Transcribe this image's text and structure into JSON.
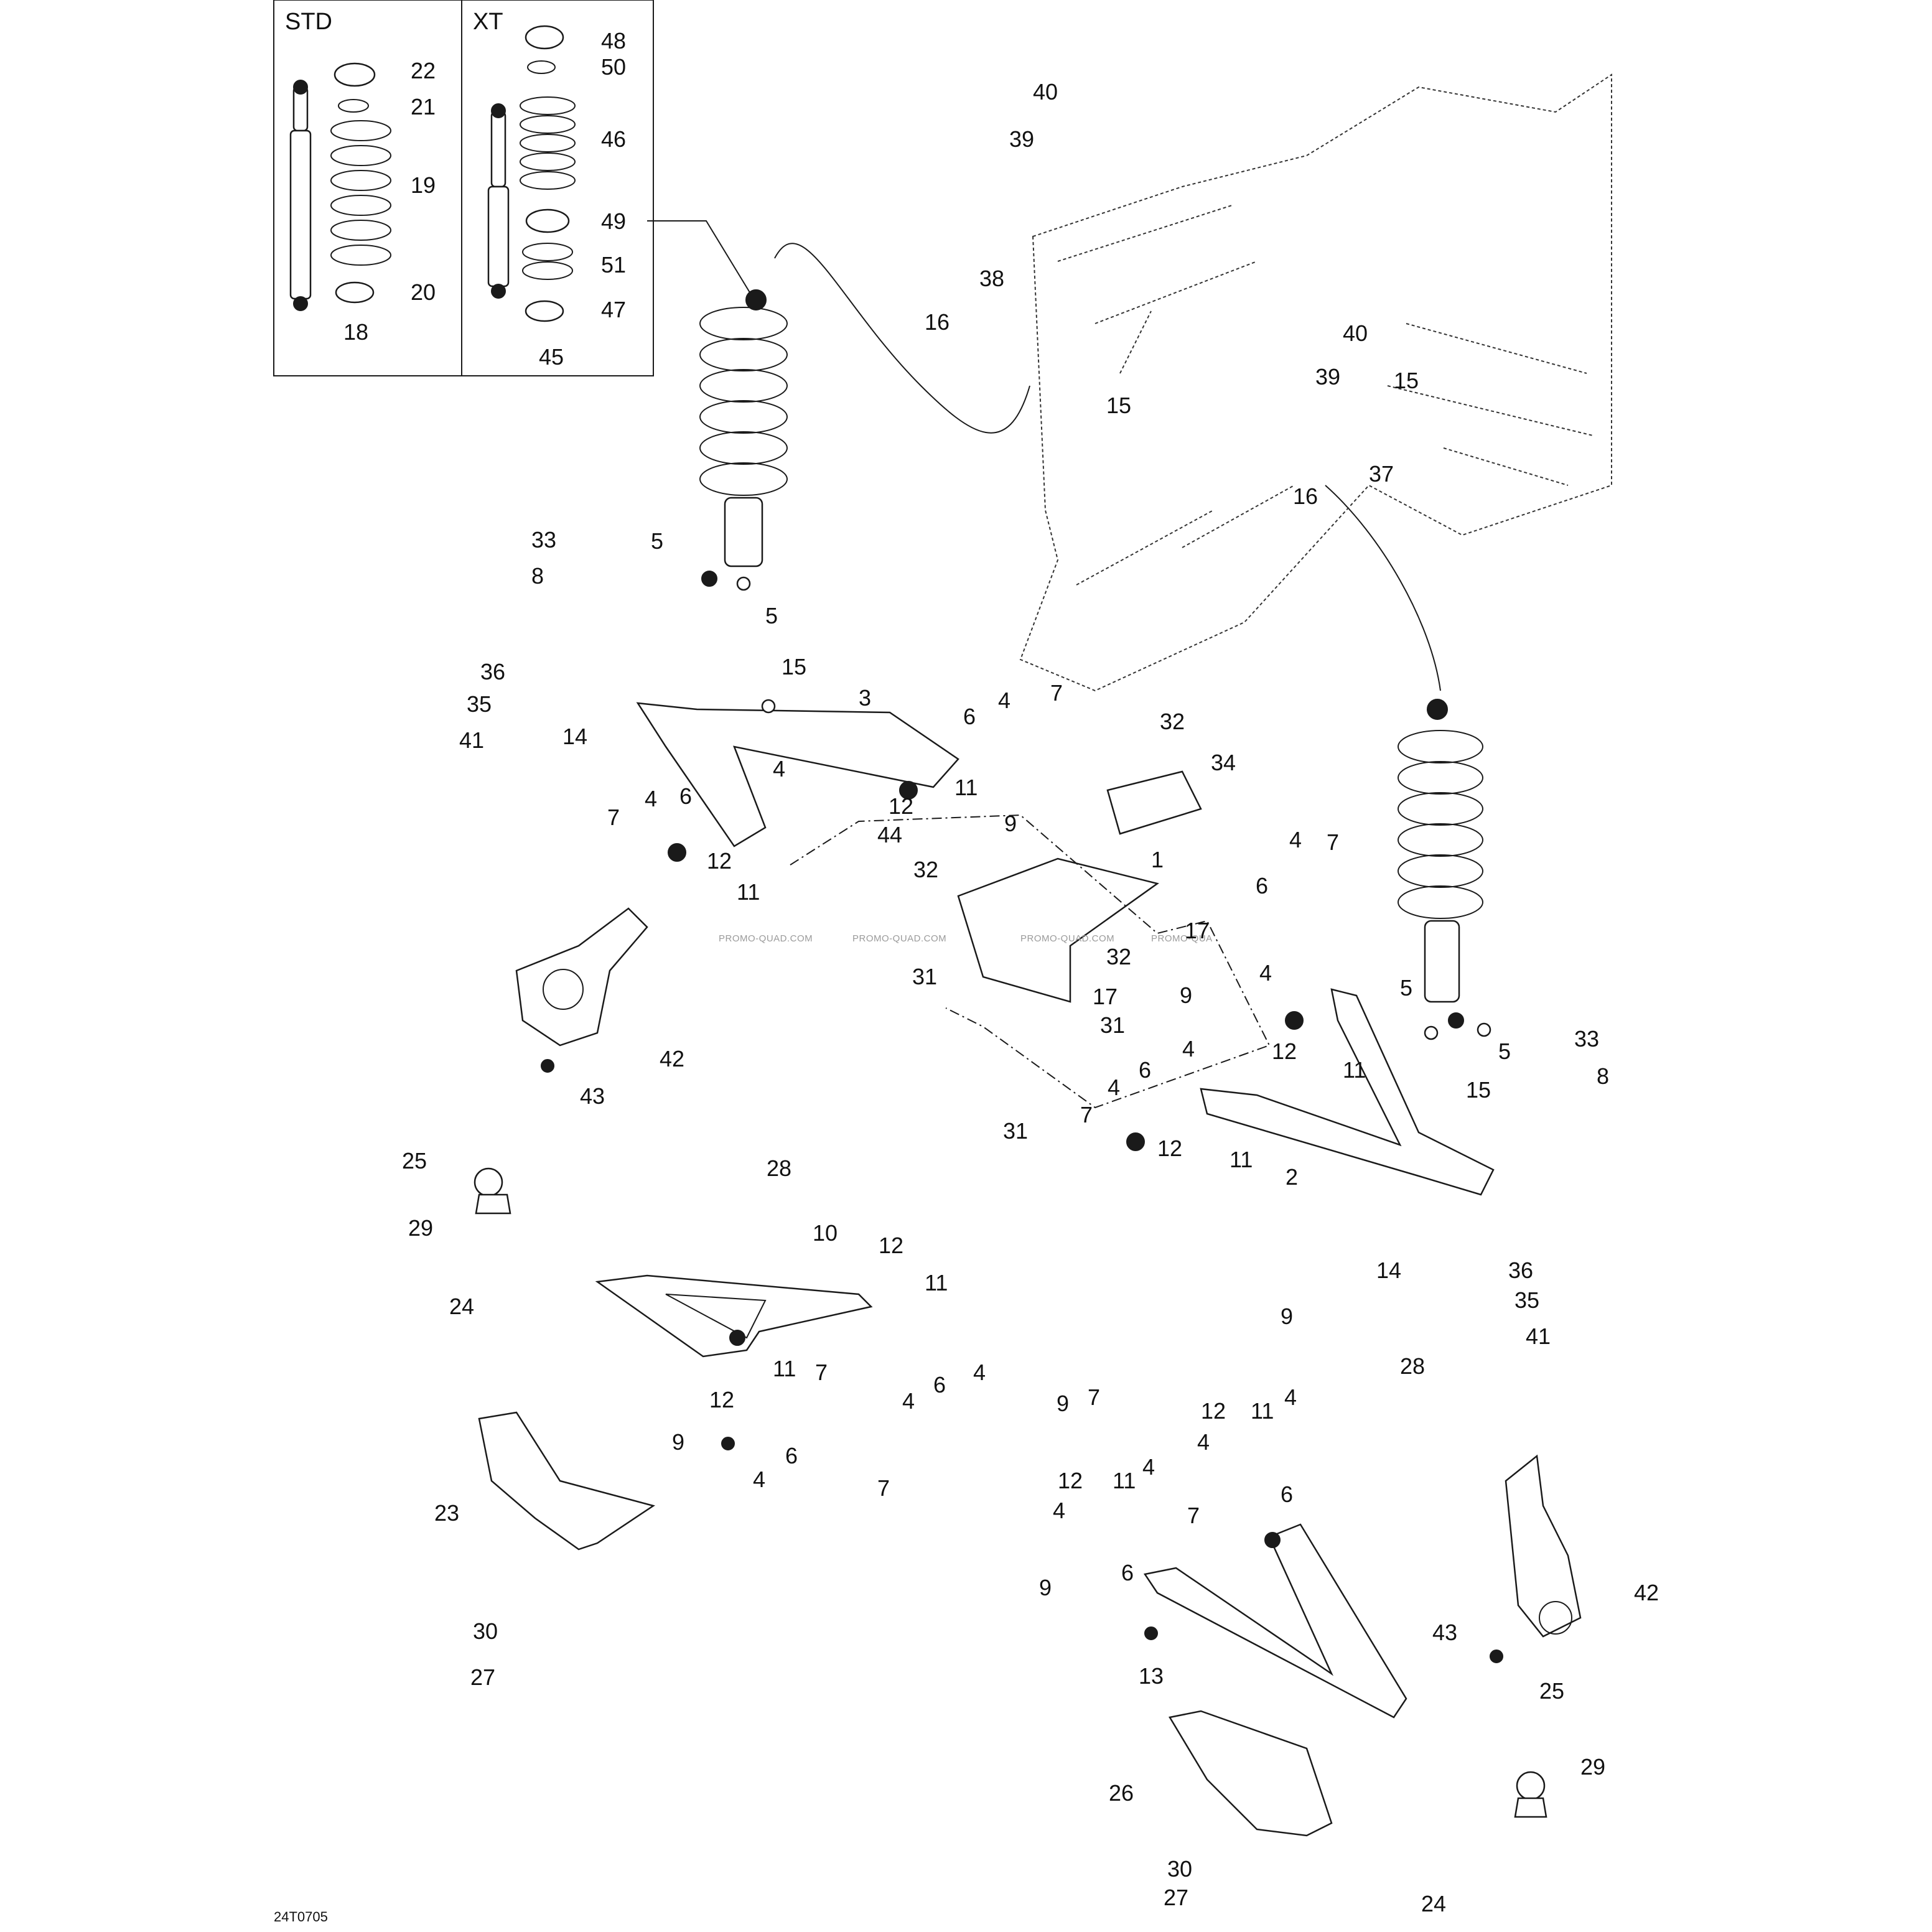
{
  "figure_ref": "24T0705",
  "inset": {
    "std_label": "STD",
    "xt_label": "XT"
  },
  "watermarks": [
    "PROMO-QUAD.COM",
    "PROMO-QUAD.COM",
    "PROMO-QUAD.COM",
    "PROMO-QUA"
  ],
  "callouts": [
    "22",
    "21",
    "19",
    "20",
    "18",
    "48",
    "50",
    "46",
    "49",
    "51",
    "47",
    "45",
    "40",
    "39",
    "38",
    "16",
    "15",
    "40",
    "39",
    "15",
    "37",
    "16",
    "33",
    "8",
    "5",
    "5",
    "36",
    "35",
    "41",
    "14",
    "15",
    "3",
    "6",
    "4",
    "7",
    "32",
    "34",
    "4",
    "12",
    "11",
    "7",
    "4",
    "6",
    "12",
    "11",
    "44",
    "32",
    "9",
    "1",
    "17",
    "32",
    "17",
    "9",
    "31",
    "31",
    "42",
    "43",
    "4",
    "7",
    "6",
    "4",
    "12",
    "11",
    "4",
    "5",
    "5",
    "33",
    "8",
    "6",
    "4",
    "7",
    "15",
    "12",
    "11",
    "31",
    "2",
    "14",
    "36",
    "35",
    "41",
    "25",
    "29",
    "24",
    "28",
    "10",
    "12",
    "11",
    "7",
    "4",
    "6",
    "12",
    "11",
    "9",
    "4",
    "6",
    "4",
    "7",
    "9",
    "23",
    "30",
    "27",
    "9",
    "28",
    "7",
    "12",
    "11",
    "4",
    "4",
    "6",
    "12",
    "11",
    "4",
    "4",
    "7",
    "6",
    "9",
    "13",
    "43",
    "42",
    "25",
    "29",
    "26",
    "30",
    "27",
    "24"
  ]
}
